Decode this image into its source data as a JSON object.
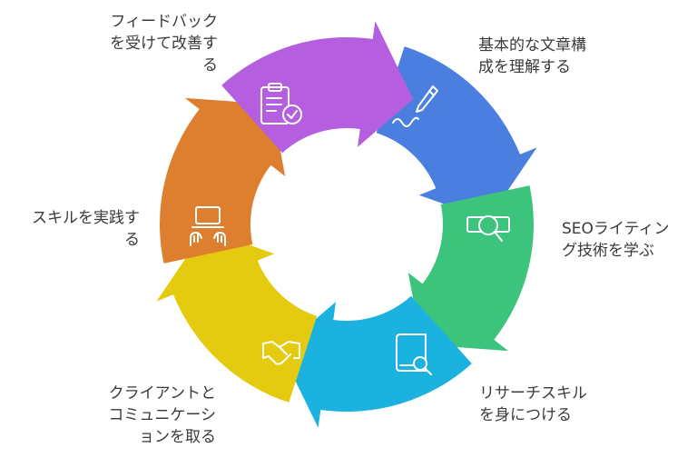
{
  "colors": {
    "blue": "#4a7fe0",
    "green": "#3cc47c",
    "cyan": "#1cb2e0",
    "yellow": "#e4cb10",
    "orange": "#dd7f2f",
    "purple": "#b55ee0"
  },
  "steps": [
    {
      "label": "基本的な文章構\n成を理解する",
      "icon": "pen-icon",
      "color": "#4a7fe0"
    },
    {
      "label": "SEOライティン\nグ技術を学ぶ",
      "icon": "seo-search-icon",
      "color": "#3cc47c"
    },
    {
      "label": "リサーチスキル\nを身につける",
      "icon": "book-search-icon",
      "color": "#1cb2e0"
    },
    {
      "label": "クライアントと\nコミュニケーシ\nョンを取る",
      "icon": "handshake-icon",
      "color": "#e4cb10"
    },
    {
      "label": "スキルを実践す\nる",
      "icon": "laptop-typing-icon",
      "color": "#dd7f2f"
    },
    {
      "label": "フィードバック\nを受けて改善す\nる",
      "icon": "clipboard-check-icon",
      "color": "#b55ee0"
    }
  ]
}
